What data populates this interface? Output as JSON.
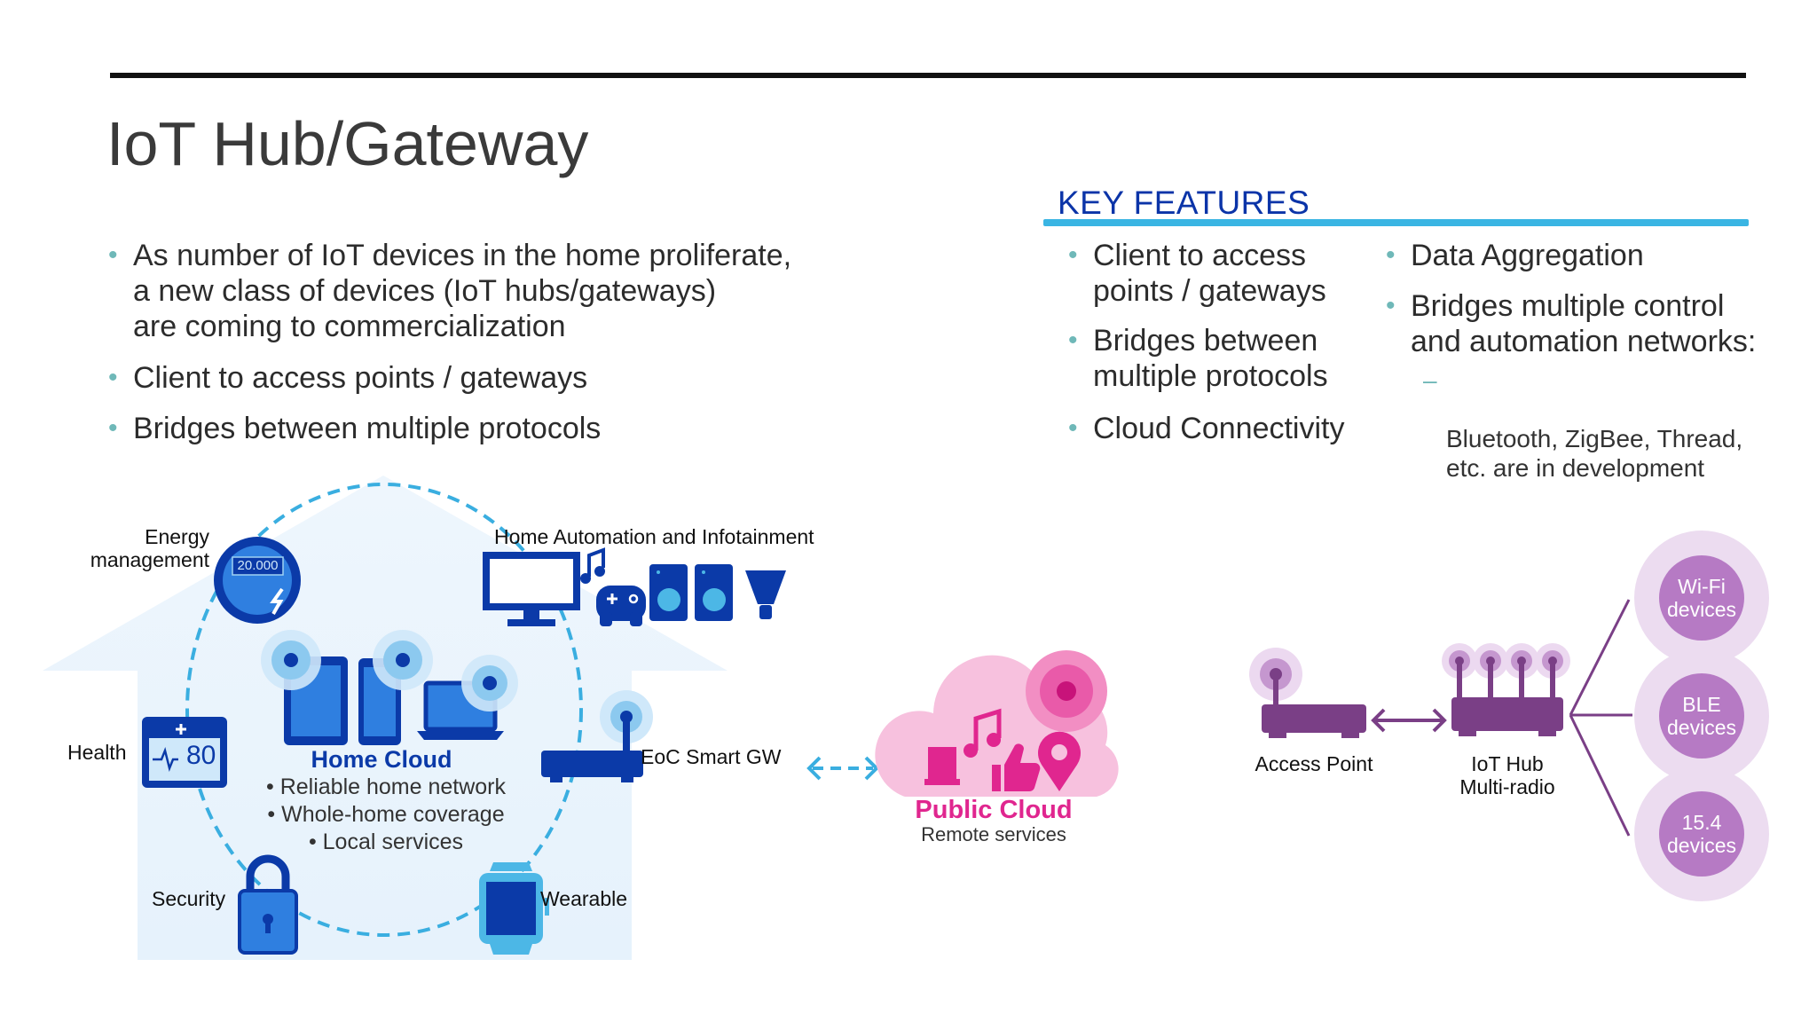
{
  "title": "IoT Hub/Gateway",
  "intro_bullets": [
    "As number of IoT devices in the home proliferate,\na new class of devices (IoT hubs/gateways)\nare coming to commercialization",
    "Client to access points / gateways",
    "Bridges between multiple protocols"
  ],
  "key_features": {
    "heading": "KEY FEATURES",
    "col1": [
      "Client to access\npoints / gateways",
      "Bridges between\nmultiple protocols",
      "Cloud Connectivity"
    ],
    "col2": [
      "Data Aggregation",
      "Bridges multiple control\nand automation networks:"
    ],
    "col2_sub": "Bluetooth, ZigBee, Thread,\netc. are in development"
  },
  "home": {
    "energy_label": "Energy\nmanagement",
    "meter_reading": "20.000",
    "automation_label": "Home Automation and Infotainment",
    "health_label": "Health",
    "health_reading": "80",
    "cloud_title": "Home Cloud",
    "cloud_items": [
      "Reliable home network",
      "Whole-home coverage",
      "Local services"
    ],
    "gateway_label": "EoC Smart GW",
    "security_label": "Security",
    "wearable_label": "Wearable"
  },
  "public_cloud": {
    "title": "Public Cloud",
    "subtitle": "Remote services"
  },
  "hub_diagram": {
    "access_point_label": "Access Point",
    "hub_label": "IoT Hub\nMulti-radio",
    "devices": [
      "Wi-Fi\ndevices",
      "BLE\ndevices",
      "15.4\ndevices"
    ]
  },
  "colors": {
    "blue_dark": "#0b3aa8",
    "blue_light": "#4cb7e6",
    "pink": "#e0268f",
    "purple": "#7a3f86",
    "purple_light": "#b67ac4"
  }
}
